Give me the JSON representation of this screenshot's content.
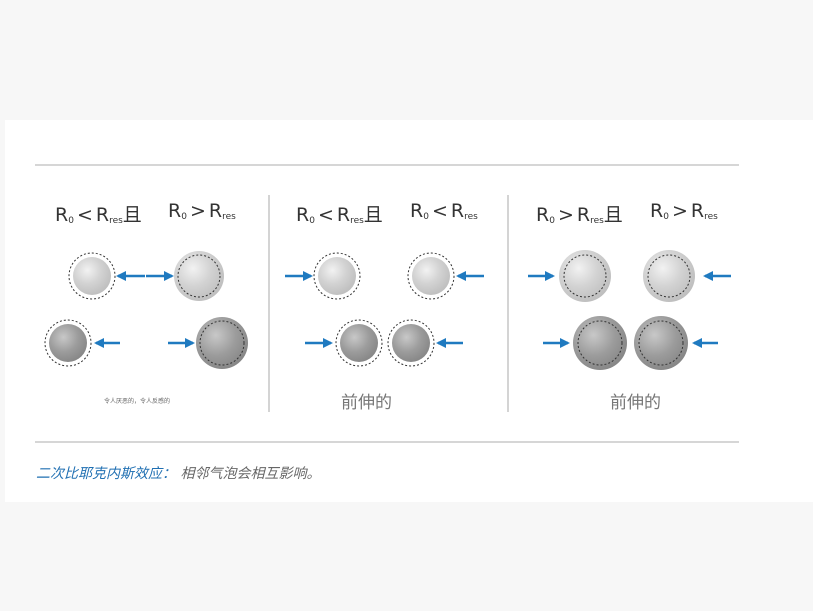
{
  "panels": [
    {
      "conditions": [
        {
          "base": "R",
          "base_sub": "0",
          "op": "<",
          "ref": "R",
          "ref_sub": "res",
          "suffix": "且"
        },
        {
          "base": "R",
          "base_sub": "0",
          "op": ">",
          "ref": "R",
          "ref_sub": "res",
          "suffix": ""
        }
      ],
      "note": "令人厌恶的，令人反感的"
    },
    {
      "conditions": [
        {
          "base": "R",
          "base_sub": "0",
          "op": "<",
          "ref": "R",
          "ref_sub": "res",
          "suffix": "且"
        },
        {
          "base": "R",
          "base_sub": "0",
          "op": "<",
          "ref": "R",
          "ref_sub": "res",
          "suffix": ""
        }
      ],
      "note": "前伸的"
    },
    {
      "conditions": [
        {
          "base": "R",
          "base_sub": "0",
          "op": ">",
          "ref": "R",
          "ref_sub": "res",
          "suffix": "且"
        },
        {
          "base": "R",
          "base_sub": "0",
          "op": ">",
          "ref": "R",
          "ref_sub": "res",
          "suffix": ""
        }
      ],
      "note": "前伸的"
    }
  ],
  "caption": {
    "title": "二次比耶克内斯效应：",
    "description": "相邻气泡会相互影响。"
  },
  "colors": {
    "arrow": "#1f7ac0",
    "caption_title": "#1f6fb2",
    "rule": "#c8c8c8",
    "light_bubble": "#d4d4d4",
    "dark_bubble": "#9a9a9a"
  }
}
